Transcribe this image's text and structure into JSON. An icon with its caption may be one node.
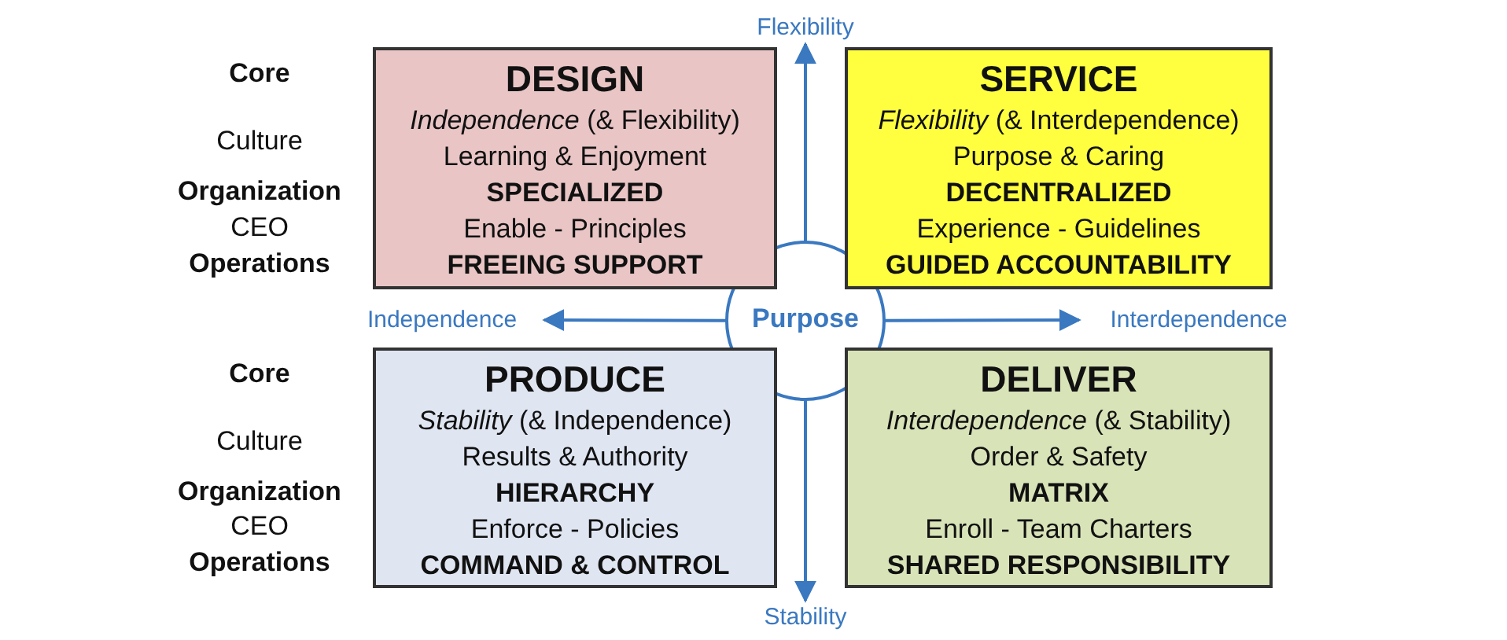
{
  "diagram": {
    "nodes": [
      {
        "text": [
          "Flexibility"
        ]
      },
      {
        "text": [
          "DESIGN",
          "*Independence* (& Flexibility)",
          "Learning & Enjoyment",
          "SPECIALIZED",
          "Enable - Principles",
          "FREEING SUPPORT"
        ]
      },
      {
        "text": [
          "SERVICE",
          "*Flexibility* (& Interdependence)",
          "Purpose & Caring",
          "DECENTRALIZED",
          "Experience - Guidelines",
          "GUIDED ACCOUNTABILITY"
        ]
      },
      {
        "text": [
          "Independence"
        ]
      },
      {
        "text": [
          "Purpose"
        ]
      },
      {
        "text": [
          "Interdependence"
        ]
      },
      {
        "text": [
          "PRODUCE",
          "*Stability* (& Independence)",
          "Results & Authority",
          "HIERARCHY",
          "Enforce - Policies",
          "COMMAND & CONTROL"
        ]
      },
      {
        "text": [
          "DELIVER",
          "*Interdependence* (& Stability)",
          "Order & Safety",
          "MATRIX",
          "Enroll - Team Charters",
          "SHARED RESPONSIBILITY"
        ]
      },
      {
        "text": [
          "Stability"
        ]
      }
    ],
    "edges": [
      {
        "from": 4,
        "to": 0,
        "arrow": "to"
      },
      {
        "from": 4,
        "to": 3,
        "arrow": "to"
      },
      {
        "from": 4,
        "to": 5,
        "arrow": "to"
      },
      {
        "from": 4,
        "to": 8,
        "arrow": "to"
      }
    ],
    "labels": [
      "Core",
      "Culture",
      "Organization",
      "CEO",
      "Operations",
      "Core",
      "Culture",
      "Organization",
      "CEO",
      "Operations"
    ]
  }
}
